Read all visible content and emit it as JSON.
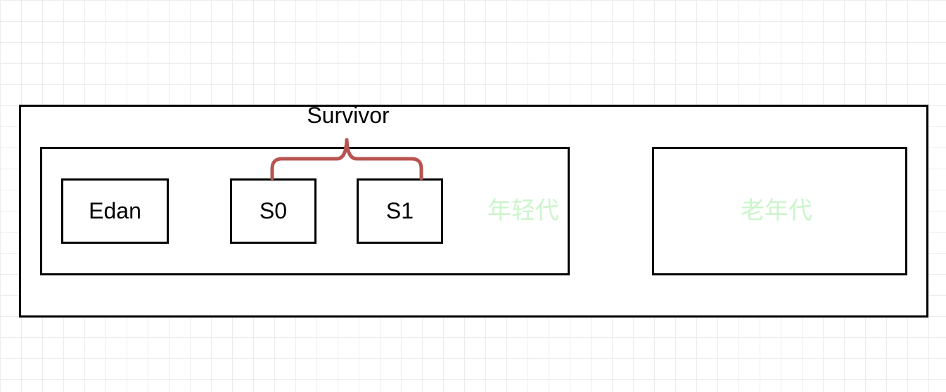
{
  "diagram": {
    "heap_box": {},
    "young_generation": {
      "label": "年轻代",
      "eden_label": "Edan",
      "survivor_label": "Survivor",
      "s0_label": "S0",
      "s1_label": "S1"
    },
    "old_generation": {
      "label": "老年代"
    }
  },
  "colors": {
    "border": "#000000",
    "generation_label": "#ccf5cc",
    "brace": "#b85450",
    "grid": "#ececec"
  }
}
